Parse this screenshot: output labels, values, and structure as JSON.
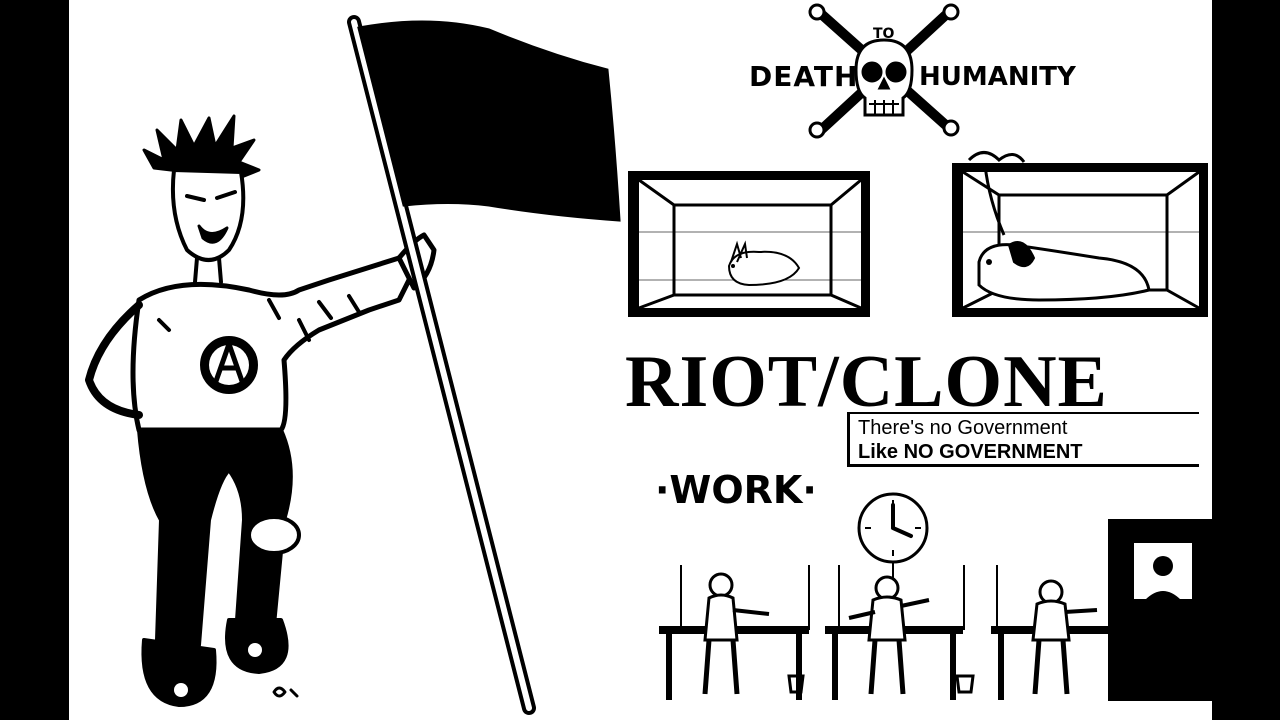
{
  "poster": {
    "top_banner": {
      "word_left": "DEATH",
      "word_small": "TO",
      "word_right": "HUMANITY"
    },
    "band_name": "RIOT/CLONE",
    "slogan": {
      "line1": "There's no Government",
      "line2": "Like NO GOVERNMENT"
    },
    "work_label": "·WORK·"
  },
  "icons": {
    "skull": "skull-and-crossbones-icon",
    "flag": "black-flag-icon",
    "anarchy": "circle-a-anarchy-icon",
    "clock": "wall-clock-icon"
  },
  "colors": {
    "ink": "#000000",
    "paper": "#ffffff",
    "letterbox": "#000000"
  }
}
